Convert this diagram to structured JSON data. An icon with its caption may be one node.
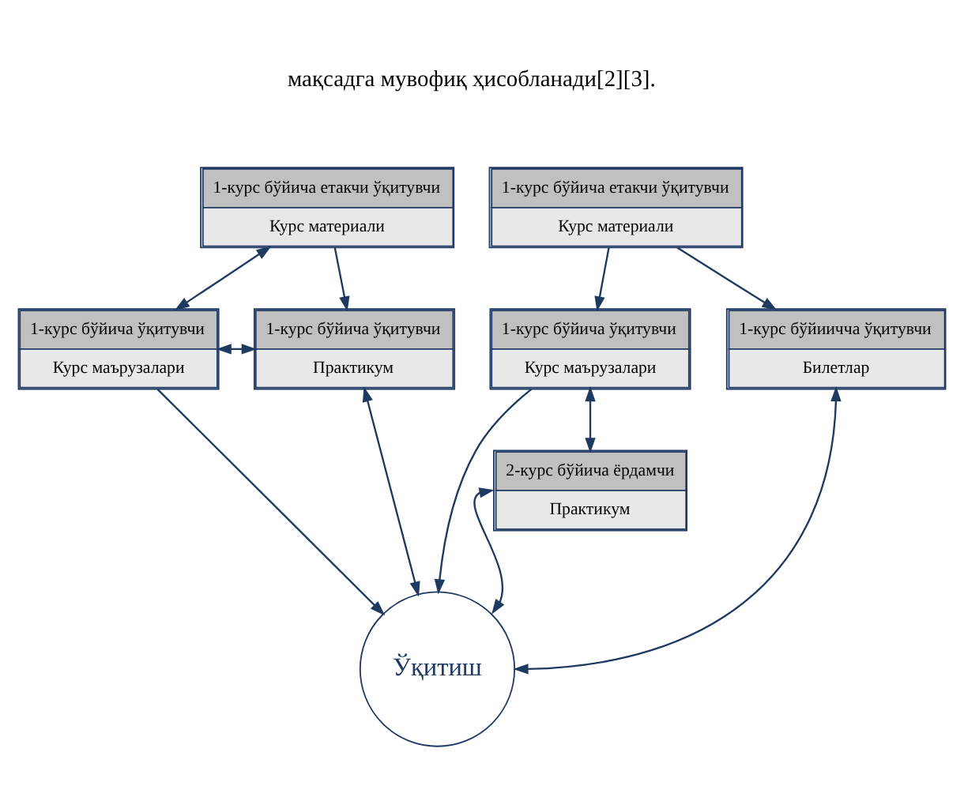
{
  "diagram": {
    "nodes": [
      {
        "text": [
          "1-курс бўйича етакчи ўқитувчи",
          "Курс материали"
        ]
      },
      {
        "text": [
          "1-курс бўйича етакчи ўқитувчи",
          "Курс материали"
        ]
      },
      {
        "text": [
          "1-курс бўйича ўқитувчи",
          "Курс маърузалари"
        ]
      },
      {
        "text": [
          "1-курс бўйича ўқитувчи",
          "Практикум"
        ]
      },
      {
        "text": [
          "1-курс бўйича ўқитувчи",
          "Курс маърузалари"
        ]
      },
      {
        "text": [
          "1-курс бўйиичча ўқитувчи",
          "Билетлар"
        ]
      },
      {
        "text": [
          "2-курс бўйича ёрдамчи",
          "Практикум"
        ]
      },
      {
        "text": [
          "Ўқитиш"
        ]
      }
    ],
    "edges": [
      {
        "from": 0,
        "to": 2,
        "arrow": "both"
      },
      {
        "from": 0,
        "to": 3,
        "arrow": "to"
      },
      {
        "from": 2,
        "to": 3,
        "arrow": "both"
      },
      {
        "from": 1,
        "to": 4,
        "arrow": "to"
      },
      {
        "from": 1,
        "to": 5,
        "arrow": "to"
      },
      {
        "from": 2,
        "to": 7,
        "arrow": "to"
      },
      {
        "from": 3,
        "to": 7,
        "arrow": "both"
      },
      {
        "from": 4,
        "to": 7,
        "arrow": "to"
      },
      {
        "from": 4,
        "to": 6,
        "arrow": "both"
      },
      {
        "from": 6,
        "to": 7,
        "arrow": "both"
      },
      {
        "from": 5,
        "to": 7,
        "arrow": "both"
      }
    ],
    "labels": [
      "мақсадга мувофиқ ҳисобланади[2][3]."
    ]
  }
}
